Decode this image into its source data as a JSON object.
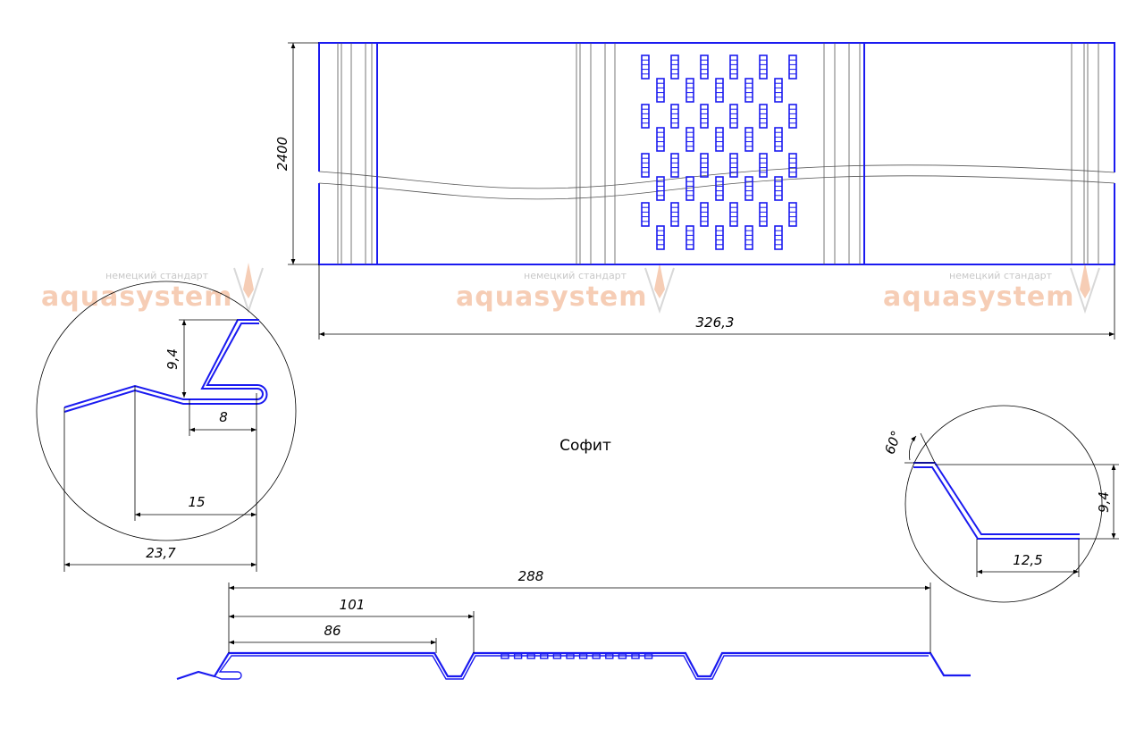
{
  "title": "Софит",
  "watermark": {
    "brand": "aquasystem",
    "tagline": "немецкий стандарт",
    "color": "#f6cdb5"
  },
  "colors": {
    "profile": "#1a1af0",
    "dimension": "#000000"
  },
  "dimensions": {
    "panel_height": "2400",
    "panel_width": "326,3",
    "lock_height": "9,4",
    "lock_width": "8",
    "lock_offset": "15",
    "lock_total": "23,7",
    "edge_angle": "60°",
    "edge_height": "9,4",
    "edge_width": "12,5",
    "total_length": "288",
    "dim_101": "101",
    "dim_86": "86"
  }
}
